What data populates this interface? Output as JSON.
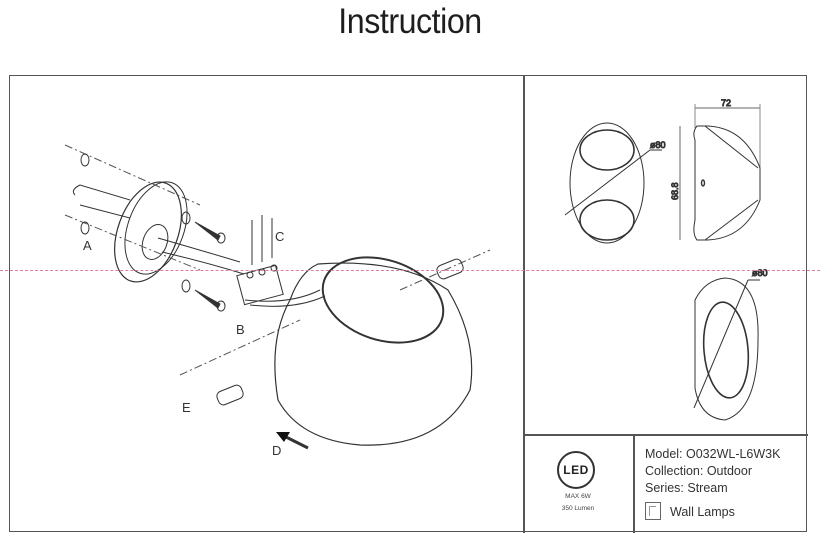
{
  "title": "Instruction",
  "assembly": {
    "labels": [
      "A",
      "B",
      "C",
      "D",
      "E"
    ]
  },
  "dimensions": {
    "width": "72",
    "height": "68.8",
    "diameter_front": "ø80",
    "diameter_bottom": "ø80"
  },
  "product": {
    "led_badge": "LED",
    "max_power": "MAX 6W",
    "lumen": "350 Lumen",
    "model": "Model: O032WL-L6W3K",
    "collection": "Collection: Outdoor",
    "series": "Series: Stream",
    "category": "Wall Lamps",
    "category_icon": "wall-lamp-icon"
  },
  "colors": {
    "guide_line": "#e07aa8",
    "frame": "#555555"
  }
}
